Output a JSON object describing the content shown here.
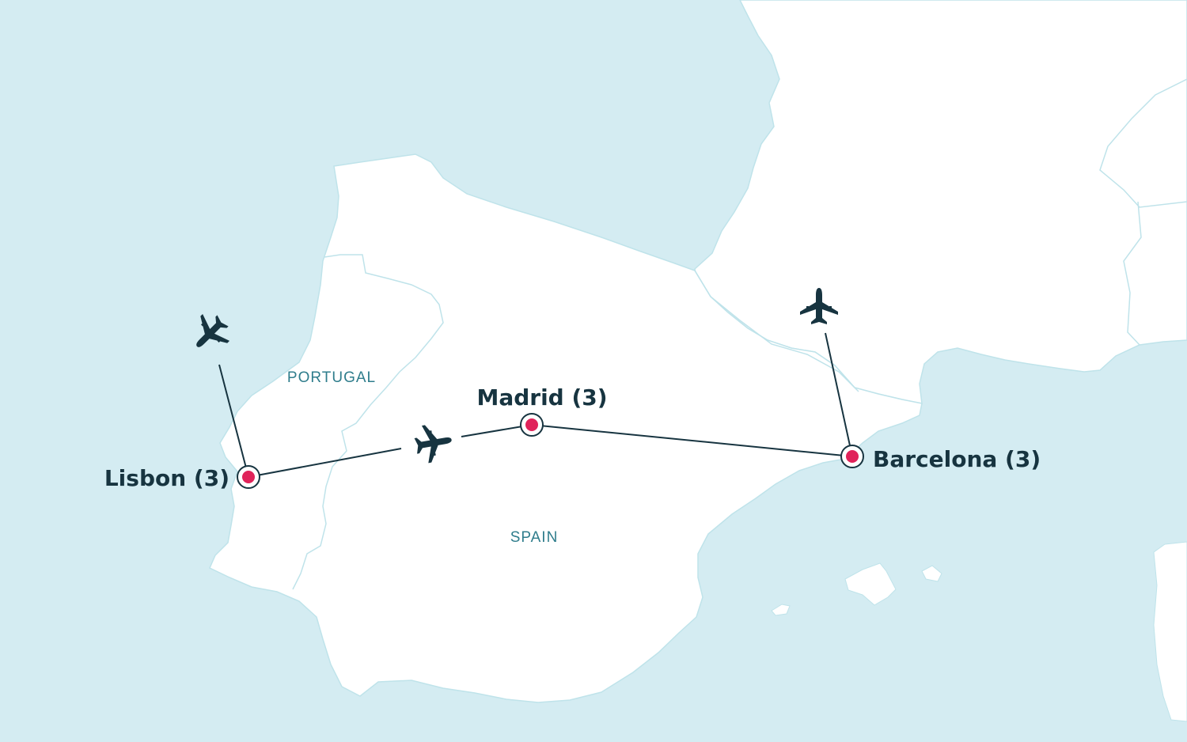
{
  "map": {
    "countries": {
      "portugal": "PORTUGAL",
      "spain": "SPAIN"
    },
    "cities": {
      "lisbon": "Lisbon (3)",
      "madrid": "Madrid (3)",
      "barcelona": "Barcelona (3)"
    },
    "route": {
      "mode_icon": "airplane-icon",
      "stops": [
        "Lisbon (3)",
        "Madrid (3)",
        "Barcelona (3)"
      ]
    },
    "colors": {
      "sea": "#d4ecf2",
      "land": "#ffffff",
      "border": "#bfe3ea",
      "route_line": "#173440",
      "city_marker": "#e0235a",
      "country_label": "#2f7d8c",
      "city_label": "#173440"
    }
  }
}
